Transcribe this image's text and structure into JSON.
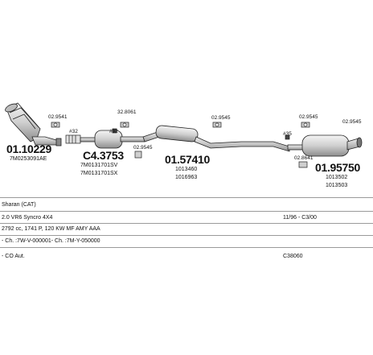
{
  "parts": {
    "manifold_part_no": "01.10229",
    "manifold_oem": "7M0253091AE",
    "clamp_1": "02.9541",
    "clamp_2": "32.8061",
    "clamp_3": "02.9545",
    "clamp_4": "02.9545",
    "clamp_5": "02.9545",
    "clamp_6": "02.9545",
    "clamp_7": "02.8641",
    "cat_part_no": "C4.3753",
    "cat_oem_1": "7M0131701SV",
    "cat_oem_2": "7M0131701SX",
    "mid_part_no": "01.57410",
    "mid_oem_1": "1013460",
    "mid_oem_2": "1016963",
    "rear_part_no": "01.95750",
    "rear_oem_1": "1013502",
    "rear_oem_2": "1013503",
    "ref_1": "#32",
    "ref_2": "#32",
    "ref_3": "#35"
  },
  "info": {
    "row1_left": "Sharan (CAT)",
    "row2_left": "2.0 VR6 Syncro 4X4",
    "row2_right": "11/96 - C3/00",
    "row3_left": "2792 cc, 1741 P, 120 KW MF AMY AAA",
    "row4_left": "- Ch. :7W-V-000001- Ch. :7M-Y-050000",
    "row5_left": "- CO Aut.",
    "row5_right": "C38060"
  },
  "colors": {
    "outline": "#222222",
    "fill": "#d9d9d9",
    "rule": "#9a9a9a"
  }
}
